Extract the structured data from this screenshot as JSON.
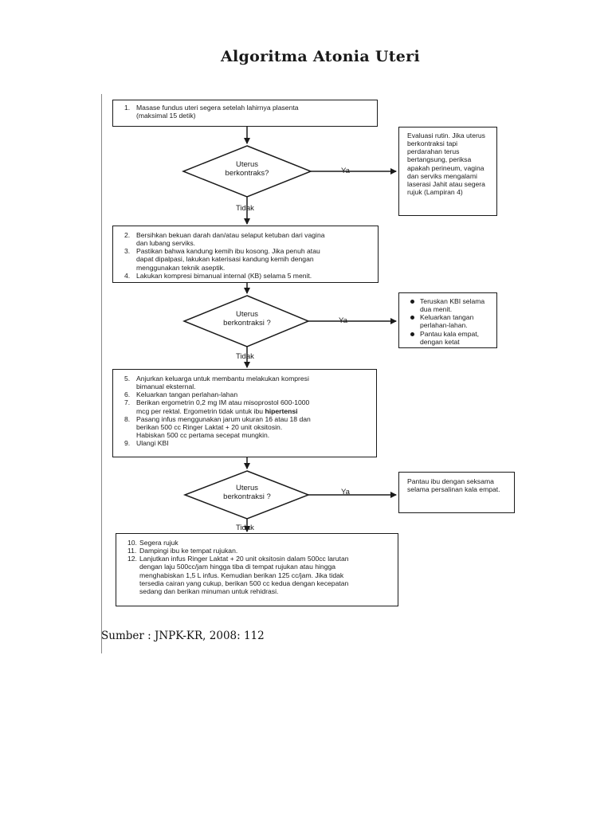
{
  "title": "Algoritma Atonia Uteri",
  "step1": {
    "num": "1.",
    "text": "Masase fundus uteri segera setelah lahirnya plasenta",
    "text2": "(maksimal 15 detik)"
  },
  "decision1": {
    "line1": "Uterus",
    "line2": "berkontraks?",
    "yes": "Ya",
    "no": "Tidak"
  },
  "yes1": {
    "text": "Evaluasi rutin. Jika uterus berkontraksi tapi perdarahan terus bertangsung, periksa apakah perineum, vagina dan serviks mengalami laserasi Jahit atau segera rujuk (Lampiran 4)"
  },
  "steps2": [
    {
      "num": "2.",
      "lines": [
        "Bersihkan bekuan darah dan/atau selaput ketuban dari vagina",
        "dan lubang serviks."
      ]
    },
    {
      "num": "3.",
      "lines": [
        "Pastikan bahwa kandung kemih ibu kosong. Jika penuh atau",
        "dapat dipalpasi, lakukan katerisasi kandung kemih dengan",
        "menggunakan teknik aseptik."
      ]
    },
    {
      "num": "4.",
      "lines": [
        "Lakukan kompresi bimanual internal (KB) selama 5 menit."
      ]
    }
  ],
  "decision2": {
    "line1": "Uterus",
    "line2": "berkontraksi ?",
    "yes": "Ya",
    "no": "Tidak"
  },
  "yes2": {
    "items": [
      "Teruskan KBI selama dua menit.",
      "Keluarkan tangan perlahan-lahan.",
      "Pantau kala empat, dengan ketat"
    ]
  },
  "steps3": [
    {
      "num": "5.",
      "lines": [
        "Anjurkan keluarga untuk membantu melakukan kompresi",
        "bimanual eksternal."
      ]
    },
    {
      "num": "6.",
      "lines": [
        "Keluarkan tangan perlahan-lahan"
      ]
    },
    {
      "num": "7.",
      "lines": [
        "Berikan ergometrin 0,2 mg IM atau misoprostol 600-1000",
        "mcg per rektal. Ergometrin tidak untuk ibu"
      ],
      "bold": "hipertensi"
    },
    {
      "num": "8.",
      "lines": [
        "Pasang infus menggunakan jarum ukuran 16 atau 18 dan",
        "berikan 500 cc Ringer Laktat + 20 unit oksitosin.",
        "Habiskan 500 cc pertama secepat mungkin."
      ]
    },
    {
      "num": "9.",
      "lines": [
        "Ulangi KBI"
      ]
    }
  ],
  "decision3": {
    "line1": "Uterus",
    "line2": "berkontraksi ?",
    "yes": "Ya",
    "no": "Tidak"
  },
  "yes3": {
    "text": "Pantau ibu dengan seksama selama persalinan kala empat."
  },
  "steps4": [
    {
      "num": "10.",
      "lines": [
        "Segera rujuk"
      ]
    },
    {
      "num": "11.",
      "lines": [
        "Dampingi ibu ke tempat rujukan."
      ]
    },
    {
      "num": "12.",
      "lines": [
        "Lanjutkan infus Ringer Laktat + 20 unit oksitosin dalam 500cc larutan",
        "dengan laju 500cc/jam hingga tiba di tempat rujukan atau hingga",
        "menghabiskan 1,5 L infus. Kemudian berikan 125 cc/jam. Jika tidak",
        "tersedia cairan yang cukup, berikan 500 cc kedua dengan kecepatan",
        "sedang dan berikan minuman untuk rehidrasi."
      ]
    }
  ],
  "source": "Sumber : JNPK-KR, 2008: 112"
}
